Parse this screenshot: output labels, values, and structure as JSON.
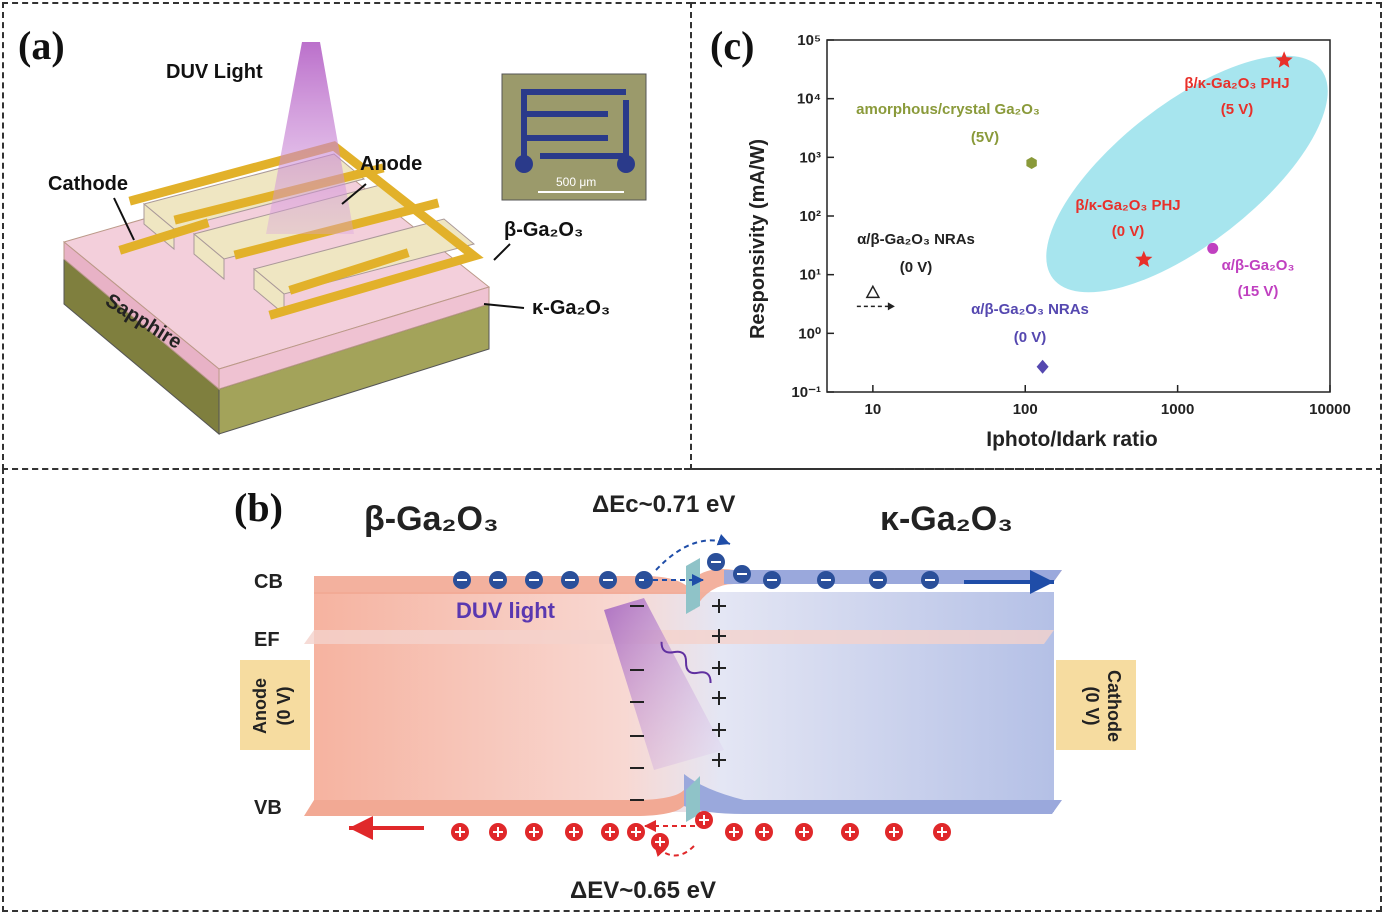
{
  "panel_a": {
    "label": "(a)",
    "duv_light": "DUV Light",
    "anode": "Anode",
    "cathode": "Cathode",
    "beta_layer": "β-Ga₂O₃",
    "kappa_layer": "κ-Ga₂O₃",
    "substrate": "Sapphire",
    "scale_bar": "500 μm",
    "colors": {
      "electrode": "#e8b830",
      "beta": "#efe7c6",
      "kappa": "#f1c9d6",
      "sapphire": "#8a8a4a",
      "beam": "#b768c8"
    }
  },
  "panel_b": {
    "label": "(b)",
    "left_material": "β-Ga₂O₃",
    "right_material": "κ-Ga₂O₃",
    "delta_ec": "ΔEc~0.71 eV",
    "delta_ev": "ΔEV~0.65 eV",
    "cb": "CB",
    "ef": "EF",
    "vb": "VB",
    "duv_light": "DUV light",
    "anode": "Anode",
    "anode_bias": "(0 V)",
    "cathode": "Cathode",
    "cathode_bias": "(0 V)",
    "colors": {
      "beta_band": "#f6b3a0",
      "kappa_band": "#aab6e0",
      "electron": "#2a4f9a",
      "hole": "#e0282a",
      "contact": "#f6dca0"
    }
  },
  "panel_c": {
    "label": "(c)",
    "annotations": {
      "amorphous": "amorphous/crystal Ga₂O₃",
      "amorphous_bias": "(5V)",
      "phj_top": "β/κ-Ga₂O₃ PHJ",
      "phj_top_bias": "(5 V)",
      "phj_mid": "β/κ-Ga₂O₃ PHJ",
      "phj_mid_bias": "(0 V)",
      "nra_black": "α/β-Ga₂O₃ NRAs",
      "nra_black_bias": "(0 V)",
      "nra_blue": "α/β-Ga₂O₃ NRAs",
      "nra_blue_bias": "(0 V)",
      "ab_magenta": "α/β-Ga₂O₃",
      "ab_magenta_bias": "(15 V)"
    }
  },
  "chart_data": {
    "type": "scatter",
    "xlabel": "Iphoto/Idark ratio",
    "ylabel": "Responsivity (mA/W)",
    "xscale": "log",
    "yscale": "log",
    "xlim": [
      5,
      10000
    ],
    "ylim": [
      0.1,
      100000
    ],
    "x_ticks": [
      "10",
      "100",
      "1000",
      "10000"
    ],
    "y_ticks": [
      "10⁻¹",
      "10⁰",
      "10¹",
      "10²",
      "10³",
      "10⁴",
      "10⁵"
    ],
    "points": [
      {
        "x": 110,
        "y": 800,
        "marker": "hexagon",
        "color": "#8a9a3a"
      },
      {
        "x": 5000,
        "y": 45000,
        "marker": "star",
        "color": "#e8302a"
      },
      {
        "x": 600,
        "y": 18,
        "marker": "star",
        "color": "#e8302a"
      },
      {
        "x": 10,
        "y": 5,
        "marker": "triangle",
        "color": "#222222"
      },
      {
        "x": 130,
        "y": 0.27,
        "marker": "diamond",
        "color": "#5548b0"
      },
      {
        "x": 1700,
        "y": 28,
        "marker": "circle",
        "color": "#c040c0"
      }
    ],
    "grid": false,
    "highlight_color": "#5fd0e0"
  }
}
